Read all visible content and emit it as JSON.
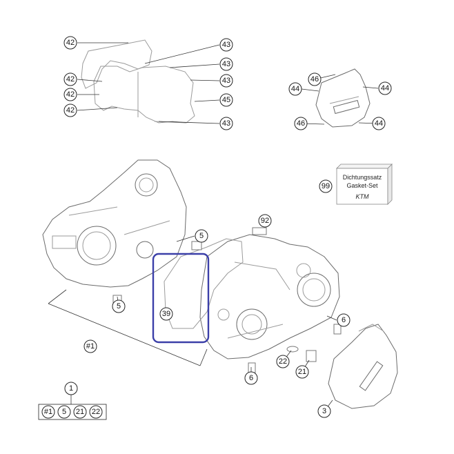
{
  "callouts": {
    "c42a": "42",
    "c42b": "42",
    "c42c": "42",
    "c42d": "42",
    "c43a": "43",
    "c43b": "43",
    "c43c": "43",
    "c43d": "43",
    "c45": "45",
    "c44a": "44",
    "c44b": "44",
    "c44c": "44",
    "c46a": "46",
    "c46b": "46",
    "c99": "99",
    "c92": "92",
    "c5a": "5",
    "c5b": "5",
    "c39": "39",
    "c6a": "6",
    "c6b": "6",
    "c22": "22",
    "c21": "21",
    "c3": "3",
    "c1main": "#1",
    "c1": "1"
  },
  "gasket_set_box": {
    "line1": "Dichtungssatz",
    "line2": "Gasket-Set",
    "logo": "KTM"
  },
  "kit_contents": [
    "#1",
    "5",
    "21",
    "22"
  ],
  "highlight_color": "#3b3fa8"
}
